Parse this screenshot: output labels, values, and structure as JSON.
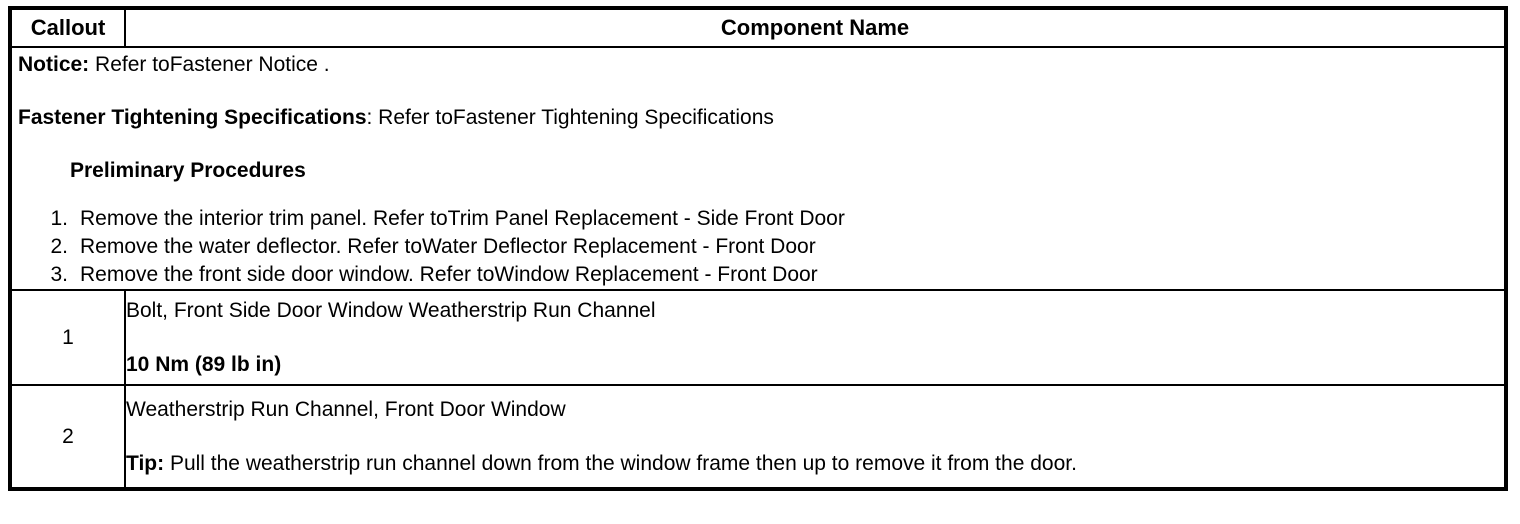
{
  "table": {
    "headers": {
      "callout": "Callout",
      "component_name": "Component Name"
    },
    "notes": {
      "notice": {
        "lead": "Notice:",
        "text": " Refer toFastener Notice ."
      },
      "fastener_spec": {
        "lead": "Fastener Tightening Specifications",
        "text": ": Refer toFastener Tightening Specifications"
      },
      "preliminary_heading": "Preliminary Procedures",
      "preliminary_steps": [
        {
          "number": "1.",
          "text": "Remove the interior trim panel. Refer toTrim Panel Replacement - Side Front Door"
        },
        {
          "number": "2.",
          "text": "Remove the water deflector. Refer toWater Deflector Replacement - Front Door"
        },
        {
          "number": "3.",
          "text": "Remove the front side door window. Refer toWindow Replacement - Front Door"
        }
      ]
    },
    "rows": [
      {
        "callout": "1",
        "title": "Bolt, Front Side Door Window Weatherstrip Run Channel",
        "sub_lead": "",
        "sub_text": "10 Nm (89 lb in)",
        "sub_bold": true
      },
      {
        "callout": "2",
        "title": "Weatherstrip Run Channel, Front Door Window",
        "sub_lead": "Tip:",
        "sub_text": " Pull the weatherstrip run channel down from the window frame then up to remove it from the door.",
        "sub_bold": false
      }
    ]
  },
  "colors": {
    "border": "#000000",
    "text": "#000000",
    "background": "#ffffff"
  }
}
